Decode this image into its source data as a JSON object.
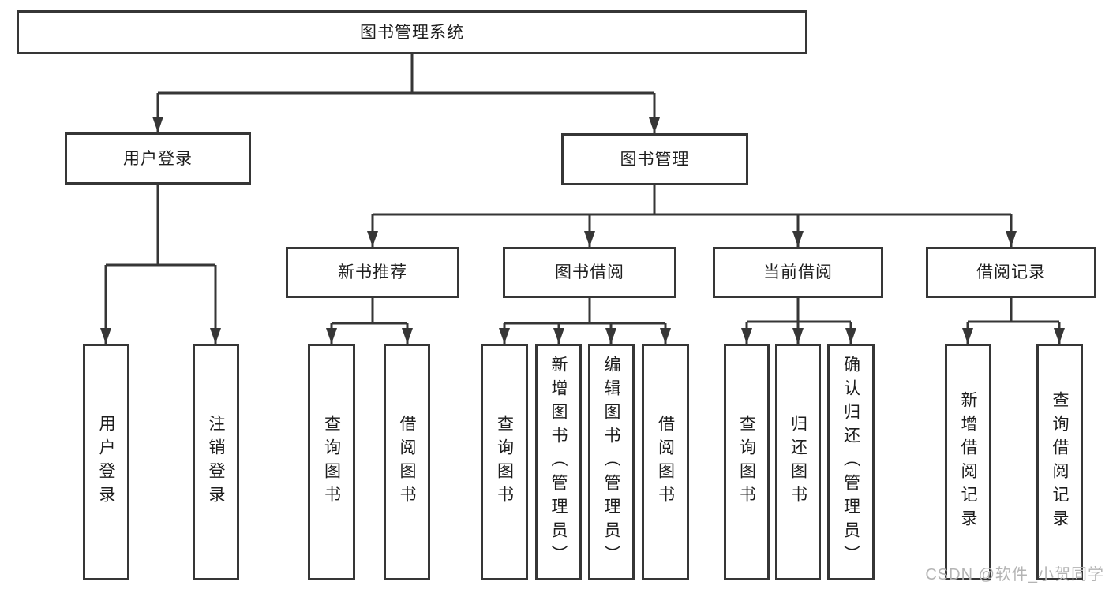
{
  "tree": {
    "root": "图书管理系统",
    "level2": [
      "用户登录",
      "图书管理"
    ],
    "level3": [
      "新书推荐",
      "图书借阅",
      "当前借阅",
      "借阅记录"
    ],
    "leaves": {
      "user_login": [
        "用户登录",
        "注销登录"
      ],
      "new_book_recommend": [
        "查询图书",
        "借阅图书"
      ],
      "book_borrow": [
        "查询图书",
        "新增图书（管理员）",
        "编辑图书（管理员）",
        "借阅图书"
      ],
      "current_borrow": [
        "查询图书",
        "归还图书",
        "确认归还（管理员）"
      ],
      "borrow_record": [
        "新增借阅记录",
        "查询借阅记录"
      ]
    }
  },
  "watermark": "CSDN @软件_小贺同学",
  "colors": {
    "line": "#363636",
    "text": "#1d1d1d",
    "background": "#ffffff",
    "watermark": "#b4b4b4"
  }
}
